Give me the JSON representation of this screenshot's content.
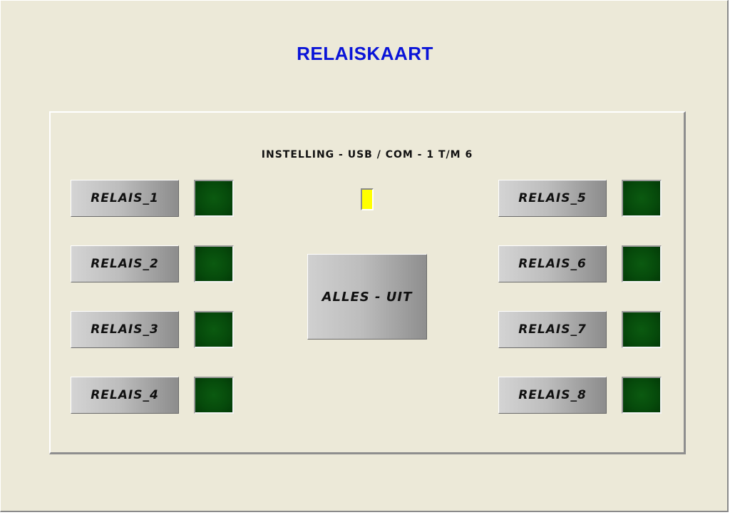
{
  "header": {
    "title": "RELAISKAART",
    "title_color": "#0a14d8"
  },
  "panel": {
    "setting_label": "INSTELLING - USB / COM - 1 T/M 6"
  },
  "relays": [
    {
      "label": "RELAIS_1",
      "state": "off"
    },
    {
      "label": "RELAIS_2",
      "state": "off"
    },
    {
      "label": "RELAIS_3",
      "state": "off"
    },
    {
      "label": "RELAIS_4",
      "state": "off"
    },
    {
      "label": "RELAIS_5",
      "state": "off"
    },
    {
      "label": "RELAIS_6",
      "state": "off"
    },
    {
      "label": "RELAIS_7",
      "state": "off"
    },
    {
      "label": "RELAIS_8",
      "state": "off"
    }
  ],
  "controls": {
    "all_off_label": "ALLES - UIT"
  },
  "colors": {
    "background": "#ece9d8",
    "led_off": "#064a0b",
    "connection_indicator": "#ffff00"
  }
}
